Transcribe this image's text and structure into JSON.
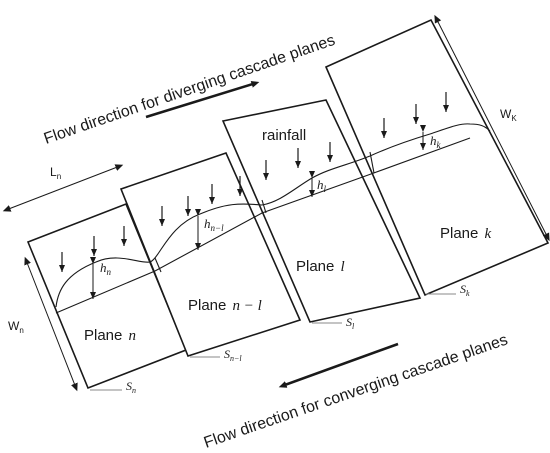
{
  "labels": {
    "diverging": "Flow direction for diverging cascade planes",
    "converging": "Flow direction for converging cascade planes",
    "rainfall": "rainfall",
    "length": "L",
    "length_sub": "n",
    "width_left": "W",
    "width_left_sub": "n",
    "width_right": "W",
    "width_right_sub": "K"
  },
  "planes": [
    {
      "label": "Plane",
      "math": "n",
      "slope": "S",
      "slope_sub": "n",
      "depth": "h",
      "depth_sub": "n"
    },
    {
      "label": "Plane",
      "math": "n − l",
      "slope": "S",
      "slope_sub": "n−l",
      "depth": "h",
      "depth_sub": "n−l"
    },
    {
      "label": "Plane",
      "math": "l",
      "slope": "S",
      "slope_sub": "l",
      "depth": "h",
      "depth_sub": "l"
    },
    {
      "label": "Plane",
      "math": "k",
      "slope": "S",
      "slope_sub": "k",
      "depth": "h",
      "depth_sub": "k"
    }
  ]
}
